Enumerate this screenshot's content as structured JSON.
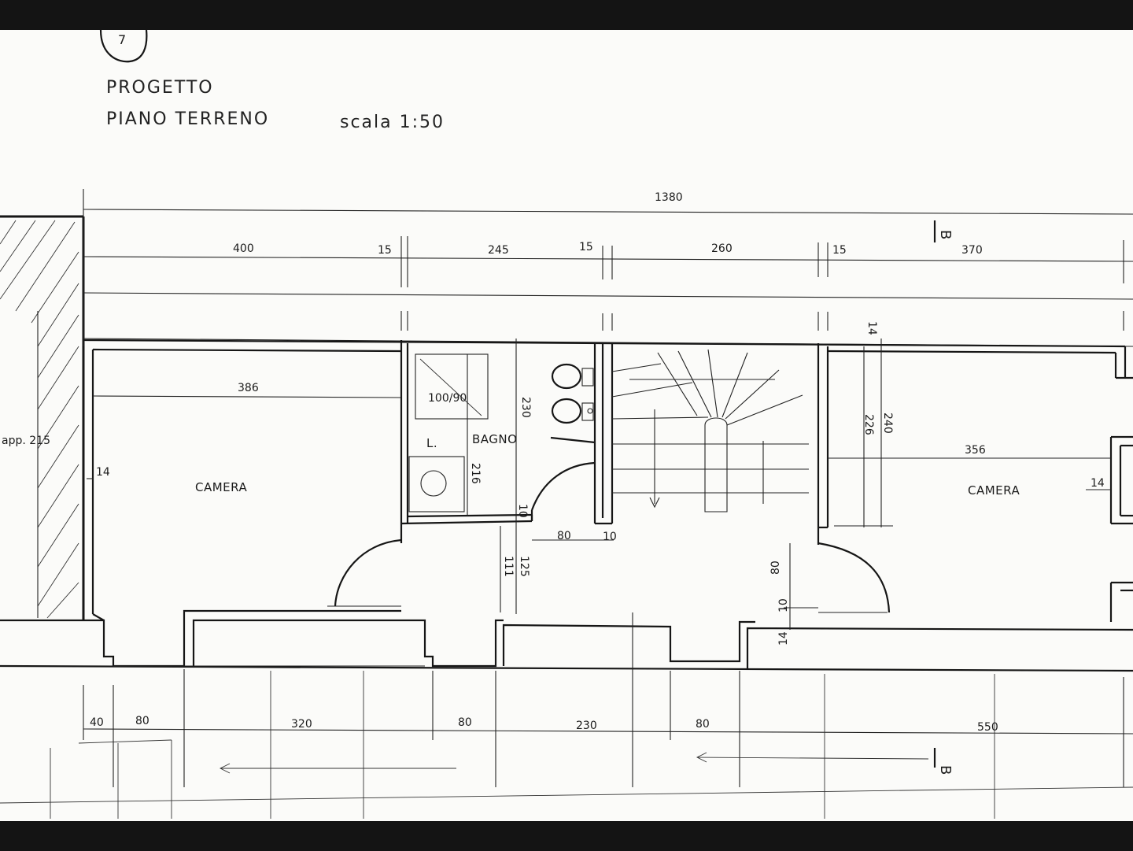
{
  "sheet": {
    "number": "7",
    "title_line1": "PROGETTO",
    "title_line2": "PIANO  TERRENO",
    "scale": "scala  1:50"
  },
  "rooms": {
    "camera_left": "CAMERA",
    "camera_right": "CAMERA",
    "bagno": "BAGNO",
    "lavabo": "L.",
    "shower": "100/90"
  },
  "dimensions": {
    "total": "1380",
    "top": [
      "400",
      "15",
      "245",
      "15",
      "260",
      "15",
      "370"
    ],
    "bottom": [
      "40",
      "80",
      "320",
      "80",
      "230",
      "80",
      "550"
    ],
    "interior": {
      "left_width": "386",
      "right_width": "356",
      "wall_left": "14",
      "wall_right": "14",
      "bath_height": "230",
      "bath_inner": "216",
      "bath_wall": "10",
      "door_width": "80",
      "door_wall": "10",
      "h111": "111",
      "h125": "125",
      "right_height": "240",
      "right_inner": "226",
      "top_wall": "14",
      "door_right": "80",
      "door_right_wall": "10",
      "bottom_wall": "14"
    },
    "external_height": "app. 215"
  },
  "section_marks": [
    "B",
    "B"
  ]
}
